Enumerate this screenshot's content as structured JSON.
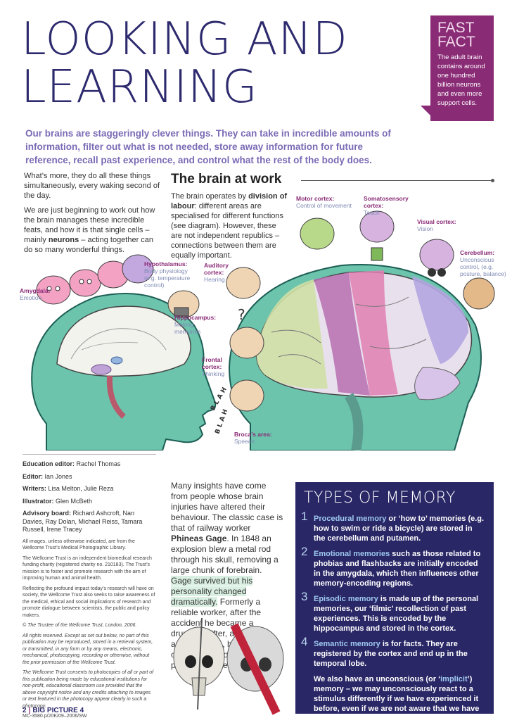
{
  "headline": [
    "LOOKING AND",
    "LEARNING"
  ],
  "fast_fact": {
    "title_1": "FAST",
    "title_2": "FACT",
    "body": "The adult brain contains around one hundred billion neurons and even more support cells."
  },
  "intro": "Our brains are staggeringly clever things. They can take in incredible amounts of information, filter out what is not needed, store away information for future reference, recall past experience, and control what the rest of the body does.",
  "col1": {
    "p1": "What’s more, they do all these things simultaneously, every waking second of the day.",
    "p2_a": "We are just beginning to work out how the brain manages these incredible feats, and how it is that single cells – mainly ",
    "p2_b": "neurons",
    "p2_c": " – acting together can do so many wonderful things."
  },
  "brain_at_work": {
    "heading": "The brain at work",
    "text_a": "The brain operates by ",
    "text_b": "division of labour",
    "text_c": ": different areas are specialised for different functions (see diagram). However, these are not independent republics – connections between them are equally important."
  },
  "labels": {
    "motor": {
      "title": "Motor cortex:",
      "desc": "Control of movement"
    },
    "somato": {
      "title": "Somatosensory cortex:",
      "desc": "Touch"
    },
    "visual": {
      "title": "Visual cortex:",
      "desc": "Vision"
    },
    "cerebellum": {
      "title": "Cerebellum:",
      "desc": "Unconscious control, (e.g. posture, balance)"
    },
    "hypothalamus": {
      "title": "Hypothalamus:",
      "desc": "Body physiology (e.g. temperature control)"
    },
    "auditory": {
      "title": "Auditory cortex:",
      "desc": "Hearing"
    },
    "amygdala": {
      "title": "Amygdala:",
      "desc": "Emotion"
    },
    "hippocampus": {
      "title": "Hippocampus:",
      "desc": "Making memories"
    },
    "frontal": {
      "title": "Frontal cortex:",
      "desc": "Thinking"
    },
    "broca": {
      "title": "Broca’s area:",
      "desc": "Speech"
    }
  },
  "blah": [
    "B L A H",
    "B L A H"
  ],
  "question_mark": "?",
  "credits": {
    "education_editor": {
      "label": "Education editor:",
      "value": " Rachel Thomas"
    },
    "editor": {
      "label": "Editor:",
      "value": " Ian Jones"
    },
    "writers": {
      "label": "Writers:",
      "value": " Lisa Melton, Julie Reza"
    },
    "illustrator": {
      "label": "Illustrator:",
      "value": " Glen McBeth"
    },
    "advisory": {
      "label": "Advisory board:",
      "value": " Richard Ashcroft, Nan Davies, Ray Dolan, Michael Reiss, Tamara Russell, Irene Tracey"
    },
    "small1": "All images, unless otherwise indicated, are from the Wellcome Trust’s Medical Photographic Library.",
    "small2": "The Wellcome Trust is an independent biomedical research funding charity (registered charity no. 210183). The Trust’s mission is to foster and promote research with the aim of improving human and animal health.",
    "small3": "Reflecting the profound impact today’s research will have on society, the Wellcome Trust also seeks to raise awareness of the medical, ethical and social implications of research and promote dialogue between scientists, the public and policy makers.",
    "copyright": "© The Trustee of the Wellcome Trust, London, 2006.",
    "rights": "All rights reserved. Except as set out below, no part of this publication may be reproduced, stored in a retrieval system, or transmitted, in any form or by any means, electronic, mechanical, photocopying, recording or otherwise, without the prior permission of the Wellcome Trust.",
    "consent": "The Wellcome Trust consents to photocopies of all or part of this publication being made by educational institutions for non-profit, educational classroom use provided that the above copyright notice and any credits attaching to images or text featured in the photocopy appear clearly in such a photocopy.",
    "code": "MC-3580.p/20K/09–2006/SW"
  },
  "gage": {
    "t1": "Many insights have come from people whose brain injuries have altered their behaviour. The classic case is that of railway worker ",
    "name": "Phineas Gage",
    "t2": ". In 1848 an explosion blew a metal rod through his skull, removing a large chunk of forebrain. ",
    "highlight": "Gage survived but his personality changed dramatically.",
    "t3": " Formerly a reliable worker, after the accident he became a drunken drifter, aggressive and impulsive, his ability to control behaviour lost with his prefrontal cortex."
  },
  "memory": {
    "title": "TYPES OF MEMORY",
    "items": [
      {
        "num": "1",
        "term": "Procedural memory",
        "text": " or ‘how to’ memories (e.g. how to swim or ride a bicycle) are stored in the cerebellum and putamen."
      },
      {
        "num": "2",
        "term": "Emotional memories",
        "text": " such as those related to phobias and flashbacks are initially encoded in the amygdala, which then influences other memory-encoding regions."
      },
      {
        "num": "3",
        "term": "Episodic memory",
        "text": " is made up of the personal memories, our ‘filmic’ recollection of past experiences. This is encoded by the hippocampus and stored in the cortex."
      },
      {
        "num": "4",
        "term": "Semantic memory",
        "text": " is for facts. They are registered by the cortex and end up in the temporal lobe."
      }
    ],
    "last_a": "We also have an unconscious (or ‘",
    "last_term": "implicit",
    "last_b": "’) memory – we may unconsciously react to a stimulus differently if we have experienced it before, even if we are not aware that we have seen it before."
  },
  "footer": {
    "page": "2",
    "sep": "|",
    "title": "BIG PICTURE 4"
  },
  "colors": {
    "headline": "#2d2a6e",
    "accent": "#8a2b76",
    "intro": "#7b6bb5",
    "head": "#2f9e8e",
    "memory_bg": "#2a2766"
  }
}
